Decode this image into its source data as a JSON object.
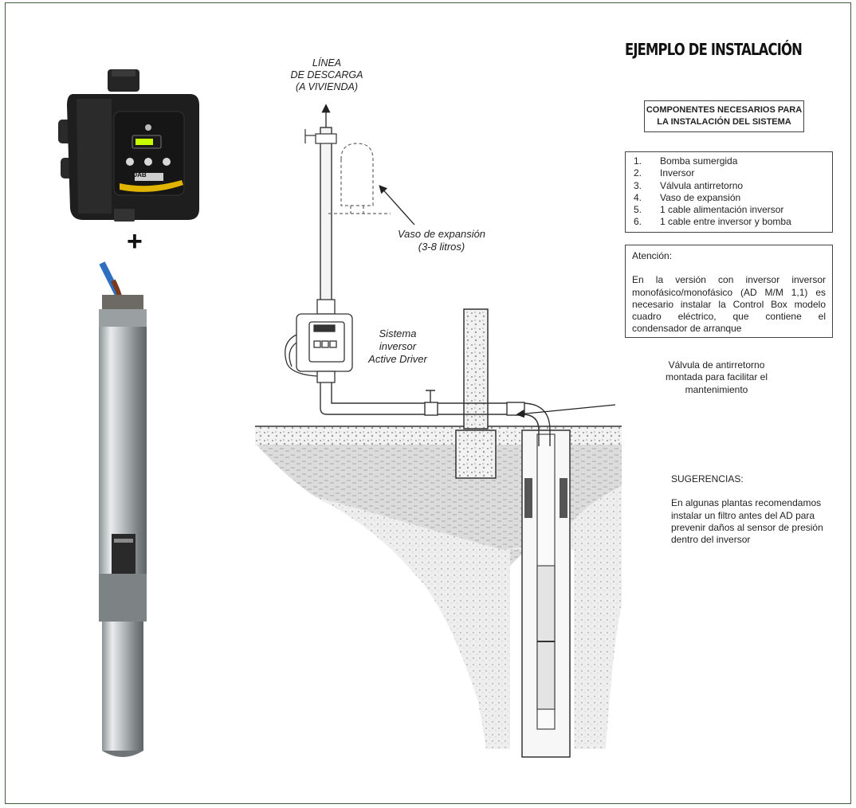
{
  "header": {
    "title": "EJEMPLO DE INSTALACIÓN"
  },
  "components": {
    "title_line1": "COMPONENTES NECESARIOS PARA",
    "title_line2": "LA INSTALACIÓN DEL SISTEMA",
    "items": [
      {
        "num": "1.",
        "label": "Bomba sumergida"
      },
      {
        "num": "2.",
        "label": "Inversor"
      },
      {
        "num": "3.",
        "label": "Válvula antirretorno"
      },
      {
        "num": "4.",
        "label": "Vaso de expansión"
      },
      {
        "num": "5.",
        "label": "1 cable alimentación inversor"
      },
      {
        "num": "6.",
        "label": "1 cable entre inversor y bomba"
      }
    ]
  },
  "attention": {
    "heading": "Atención:",
    "body": "En la versión con inversor inversor monofásico/monofásico (AD M/M 1,1) es necesario instalar la Control Box modelo cuadro eléctrico, que contiene el condensador de arranque"
  },
  "valve_note": {
    "line1": "Válvula de antirretorno",
    "line2": "montada para facilitar el",
    "line3": "mantenimiento"
  },
  "suggestions": {
    "heading": "SUGERENCIAS:",
    "body": "En algunas plantas recomendamos instalar un filtro  antes del AD para prevenir daños al sensor de presión dentro del inversor"
  },
  "diagram_labels": {
    "discharge_line1": "LÍNEA",
    "discharge_line2": "DE DESCARGA",
    "discharge_line3": "(A VIVIENDA)",
    "vessel_line1": "Vaso de expansión",
    "vessel_line2": "(3-8 litros)",
    "system_line1": "Sistema",
    "system_line2": "inversor",
    "system_line3": "Active Driver"
  },
  "plus_sign": "+",
  "brand_logo": "DAB",
  "colors": {
    "frame": "#3f5f3f",
    "inverter_body": "#1e1e1e",
    "inverter_accent": "#e0b400",
    "pump_steel": "#bfc4c6",
    "cable_blue": "#2f6fc0"
  }
}
